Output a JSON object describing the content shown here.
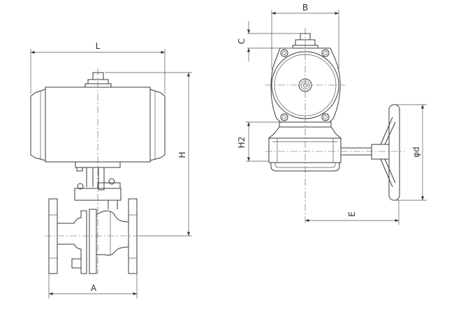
{
  "labels": {
    "L": "L",
    "H": "H",
    "A": "A",
    "B": "B",
    "C": "C",
    "H2": "H2",
    "d": "φd",
    "E": "E"
  },
  "colors": {
    "line": "#3a3a3a",
    "background": "#ffffff"
  }
}
